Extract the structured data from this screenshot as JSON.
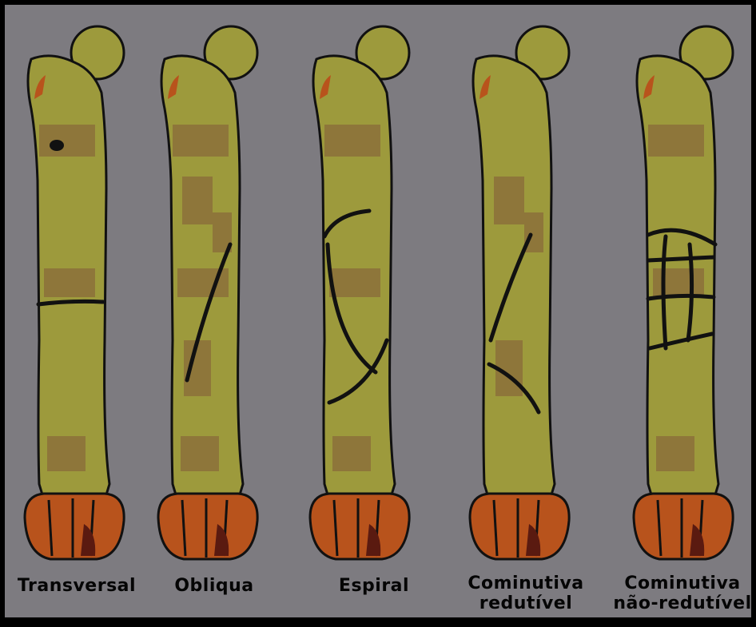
{
  "palette": {
    "background": "#7d7b80",
    "bone": "#9d9a3c",
    "bone_shade": "#8a6a3a",
    "joint_red": "#b8531c",
    "joint_dark": "#5a1a10",
    "outline": "#111111"
  },
  "bones": [
    {
      "fracture_type": "transverse",
      "label_lines": [
        "Transversal"
      ]
    },
    {
      "fracture_type": "oblique",
      "label_lines": [
        "Obliqua"
      ]
    },
    {
      "fracture_type": "spiral",
      "label_lines": [
        "Espiral"
      ]
    },
    {
      "fracture_type": "comminuted-reducible",
      "label_lines": [
        "Cominutiva",
        "redutível"
      ]
    },
    {
      "fracture_type": "comminuted-irreducible",
      "label_lines": [
        "Cominutiva",
        "não-redutível"
      ]
    }
  ]
}
